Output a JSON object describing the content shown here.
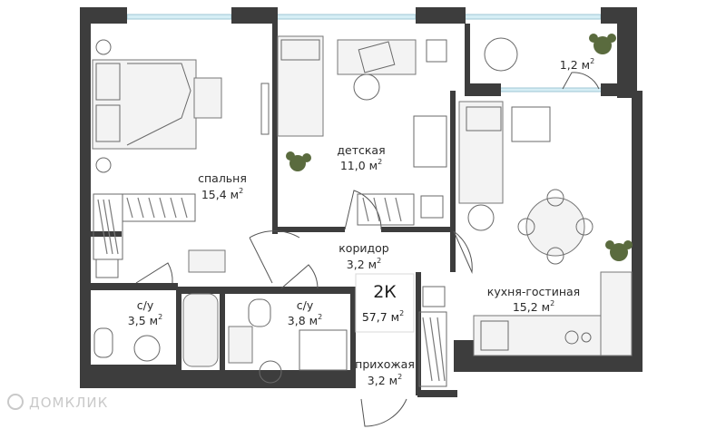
{
  "rooms": {
    "bedroom": {
      "name": "спальня",
      "area": "15,4 м",
      "sup": "2"
    },
    "kids": {
      "name": "детская",
      "area": "11,0 м",
      "sup": "2"
    },
    "balcony": {
      "area": "1,2 м",
      "sup": "2"
    },
    "corridor": {
      "name": "коридор",
      "area": "3,2 м",
      "sup": "2"
    },
    "bath1": {
      "name": "с/у",
      "area": "3,5 м",
      "sup": "2"
    },
    "bath2": {
      "name": "с/у",
      "area": "3,8 м",
      "sup": "2"
    },
    "hall": {
      "name": "прихожая",
      "area": "3,2 м",
      "sup": "2"
    },
    "living": {
      "name": "кухня-гостиная",
      "area": "15,2 м",
      "sup": "2"
    }
  },
  "badge": {
    "type": "2К",
    "area": "57,7 м",
    "sup": "2"
  },
  "watermark": {
    "text": "ДОМКЛИК"
  },
  "colors": {
    "wall": "#3d3d3d",
    "window": "#d6eef5",
    "plant": "#5a6b3e"
  }
}
